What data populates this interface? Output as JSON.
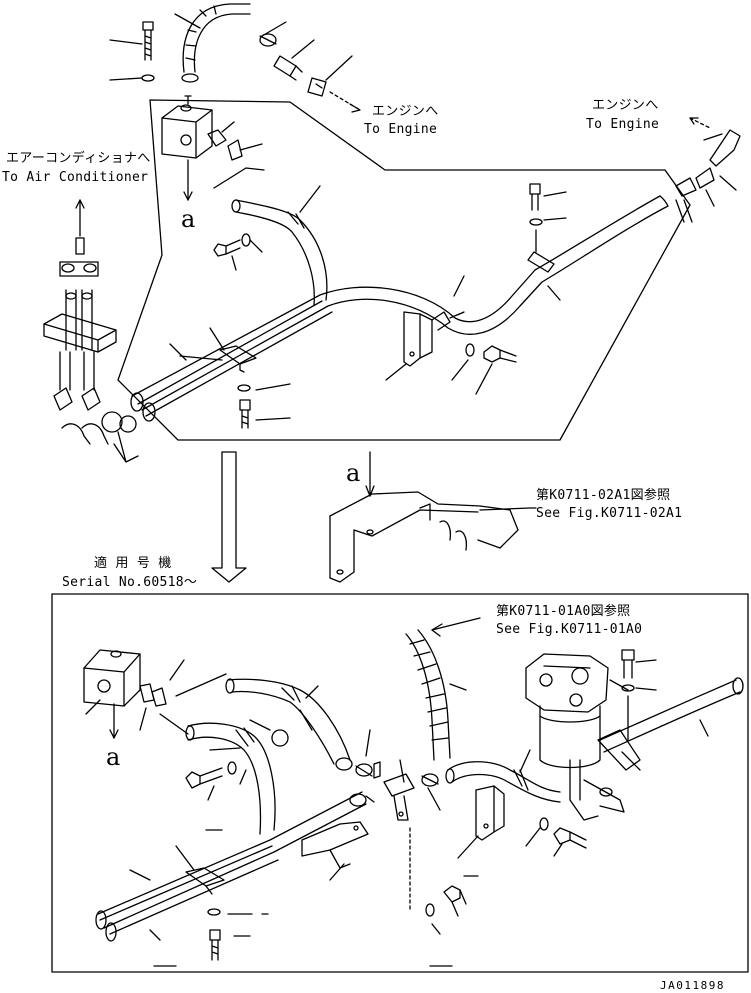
{
  "labels": {
    "to_engine_1_jp": "エンジンへ",
    "to_engine_1_en": "To Engine",
    "to_engine_2_jp": "エンジンへ",
    "to_engine_2_en": "To Engine",
    "to_ac_jp": "エアーコンディショナへ",
    "to_ac_en": "To Air Conditioner",
    "view_a_1": "a",
    "view_a_2": "a",
    "view_a_3": "a",
    "ref_1_jp": "第K0711-02A1図参照",
    "ref_1_en": "See Fig.K0711-02A1",
    "ref_2_jp": "第K0711-01A0図参照",
    "ref_2_en": "See Fig.K0711-01A0",
    "serial_jp": "適 用 号 機",
    "serial_en": "Serial No.60518～",
    "drawing_code": "JA011898"
  }
}
